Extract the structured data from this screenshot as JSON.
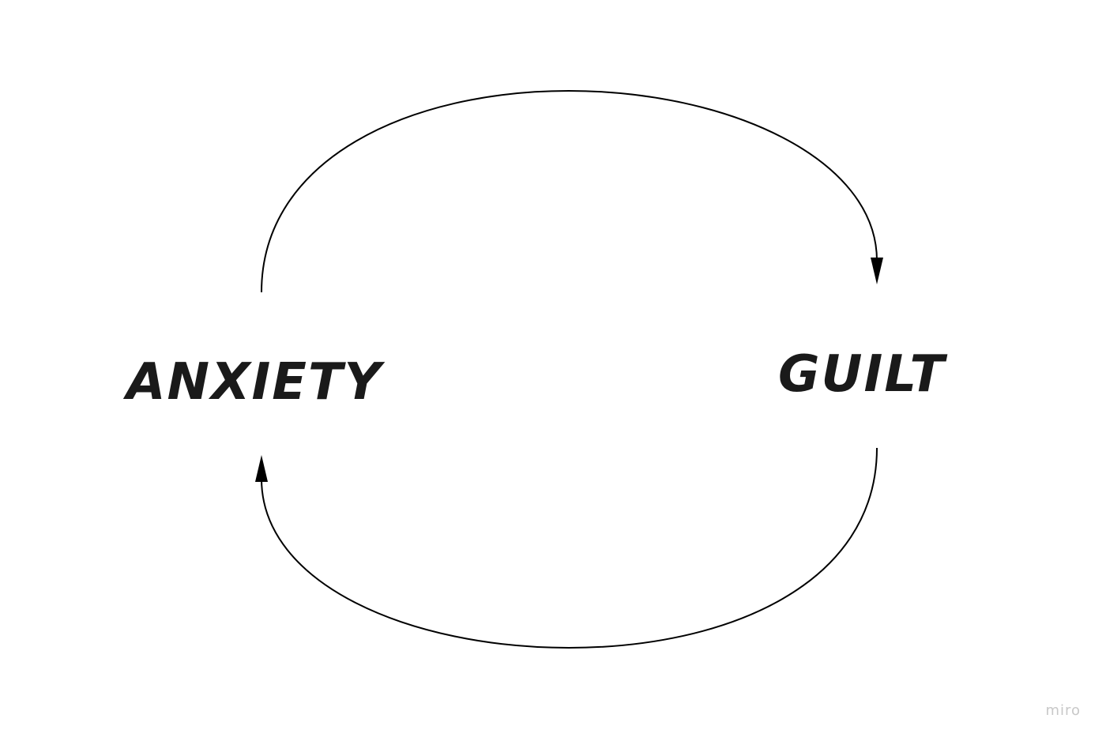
{
  "nodes": {
    "anxiety": {
      "label": "ANXIETY"
    },
    "guilt": {
      "label": "GUILT"
    }
  },
  "edges": [
    {
      "from": "anxiety",
      "to": "guilt"
    },
    {
      "from": "guilt",
      "to": "anxiety"
    }
  ],
  "watermark": "miro",
  "colors": {
    "background": "#ffffff",
    "text": "#1a1a1a",
    "arrow": "#000000",
    "watermark": "#c8c8c8"
  }
}
